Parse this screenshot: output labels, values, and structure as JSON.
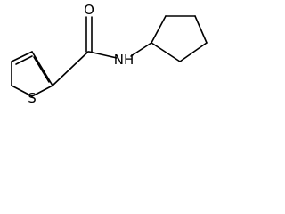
{
  "molecule": {
    "atoms": {
      "oxygen": "O",
      "nitrogen_hydrogen": "NH",
      "sulfur": "S"
    }
  },
  "colors": {
    "bond": "#000000",
    "label": "#000000",
    "background": "#ffffff"
  }
}
